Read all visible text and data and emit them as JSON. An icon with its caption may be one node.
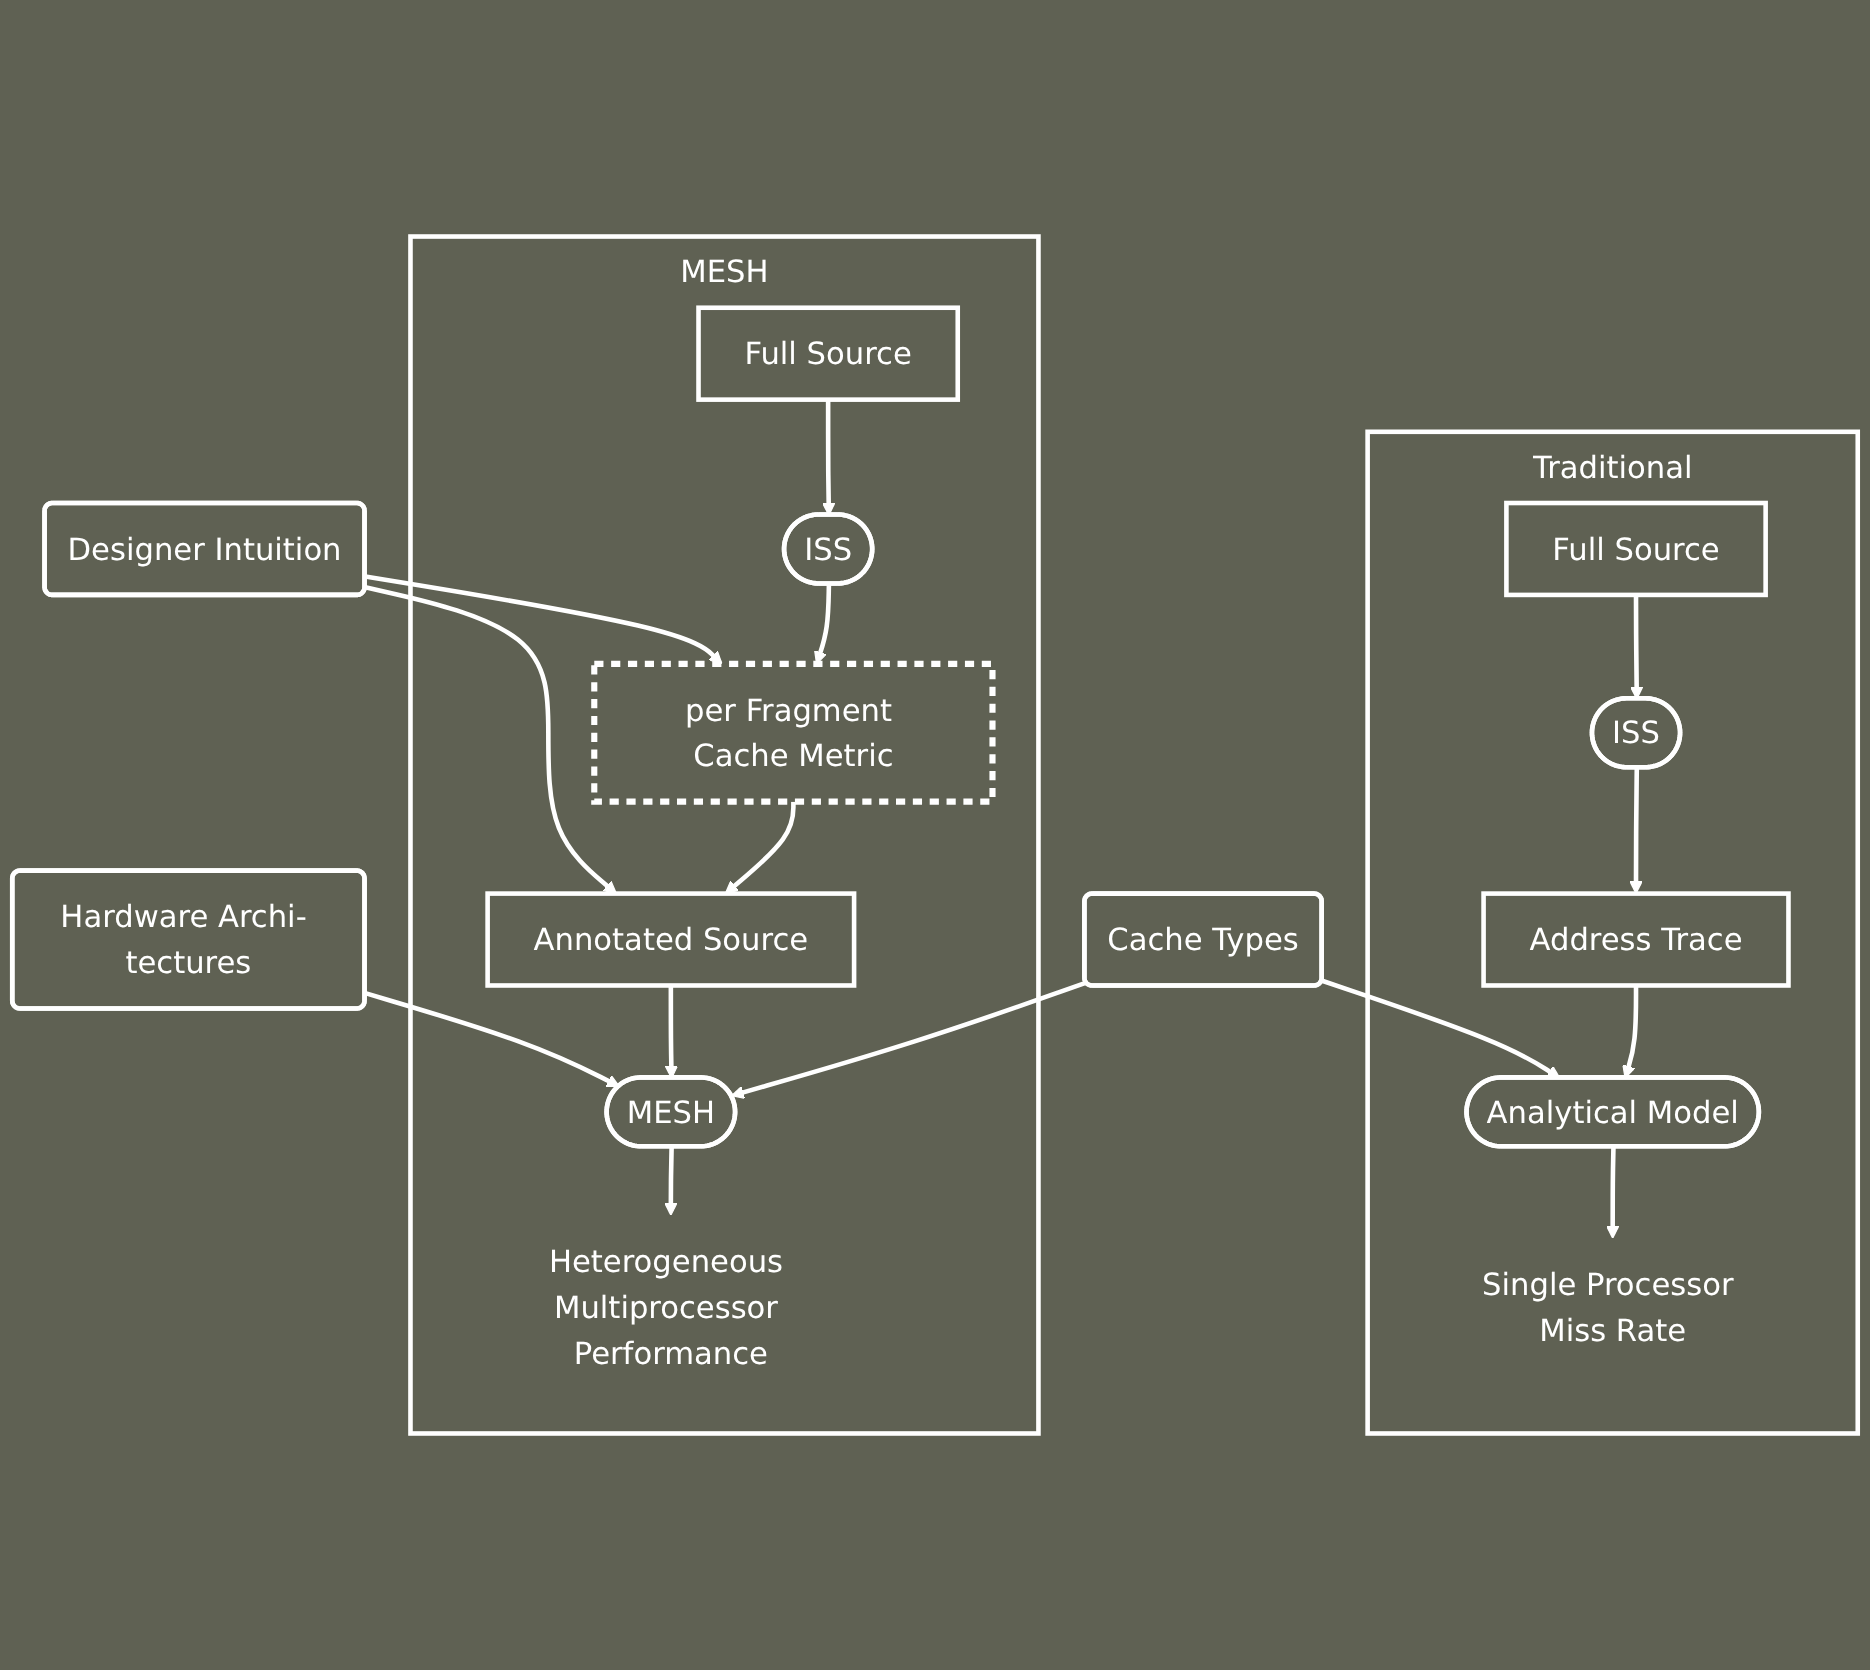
{
  "diagram": {
    "nodes": [
      {
        "text": [
          "Traditional"
        ]
      },
      {
        "text": [
          "Full Source"
        ],
        "in": 0
      },
      {
        "text": [
          "ISS"
        ],
        "in": 0
      },
      {
        "text": [
          "Address Trace"
        ],
        "in": 0
      },
      {
        "text": [
          "Analytical Model"
        ],
        "in": 0
      },
      {
        "text": [
          "Single Processor Miss Rate"
        ],
        "in": 0
      },
      {
        "text": [
          "MESH"
        ]
      },
      {
        "text": [
          "Full Source"
        ],
        "in": 6
      },
      {
        "text": [
          "ISS"
        ],
        "in": 6
      },
      {
        "text": [
          "Designer Intuition"
        ]
      },
      {
        "text": [
          "per Fragment Cache Metric"
        ],
        "in": 6
      },
      {
        "text": [
          "Cache Types"
        ]
      },
      {
        "text": [
          "Annotated Source"
        ],
        "in": 6
      },
      {
        "text": [
          "Hardware Archi- tectures"
        ]
      },
      {
        "text": [
          "MESH"
        ],
        "in": 6
      },
      {
        "text": [
          "Heterogeneous Multiprocessor Performance"
        ],
        "in": 6
      }
    ],
    "edges": [
      {
        "from": 1,
        "to": 2,
        "arrow": "to"
      },
      {
        "from": 2,
        "to": 3,
        "arrow": "to"
      },
      {
        "from": 3,
        "to": 4,
        "arrow": "to"
      },
      {
        "from": 4,
        "to": 5,
        "arrow": "to"
      },
      {
        "from": 11,
        "to": 4,
        "arrow": "to"
      },
      {
        "from": 7,
        "to": 8,
        "arrow": "to"
      },
      {
        "from": 8,
        "to": 10,
        "arrow": "to"
      },
      {
        "from": 9,
        "to": 10,
        "arrow": "to"
      },
      {
        "from": 10,
        "to": 12,
        "arrow": "to"
      },
      {
        "from": 9,
        "to": 12,
        "arrow": "to"
      },
      {
        "from": 11,
        "to": 14,
        "arrow": "to"
      },
      {
        "from": 12,
        "to": 14,
        "arrow": "to"
      },
      {
        "from": 13,
        "to": 14,
        "arrow": "to"
      },
      {
        "from": 14,
        "to": 15,
        "arrow": "to"
      }
    ]
  }
}
